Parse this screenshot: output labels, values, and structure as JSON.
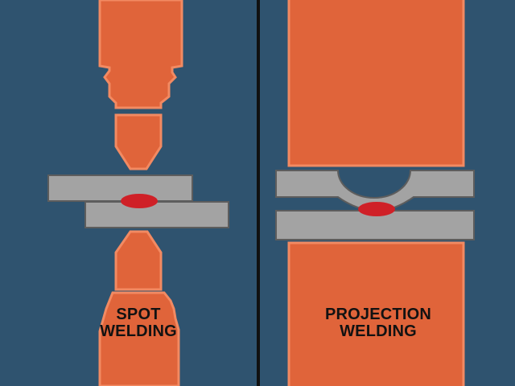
{
  "colors": {
    "background": "#2f536f",
    "electrode": "#e0643a",
    "electrode_outline": "#f28a62",
    "plate": "#a3a3a3",
    "plate_outline": "#5d5d5d",
    "weld_nugget": "#cf2027",
    "divider": "#111111",
    "label_text": "#121212"
  },
  "panels": {
    "spot": {
      "label_line1": "SPOT",
      "label_line2": "WELDING"
    },
    "projection": {
      "label_line1": "PROJECTION",
      "label_line2": "WELDING"
    }
  }
}
